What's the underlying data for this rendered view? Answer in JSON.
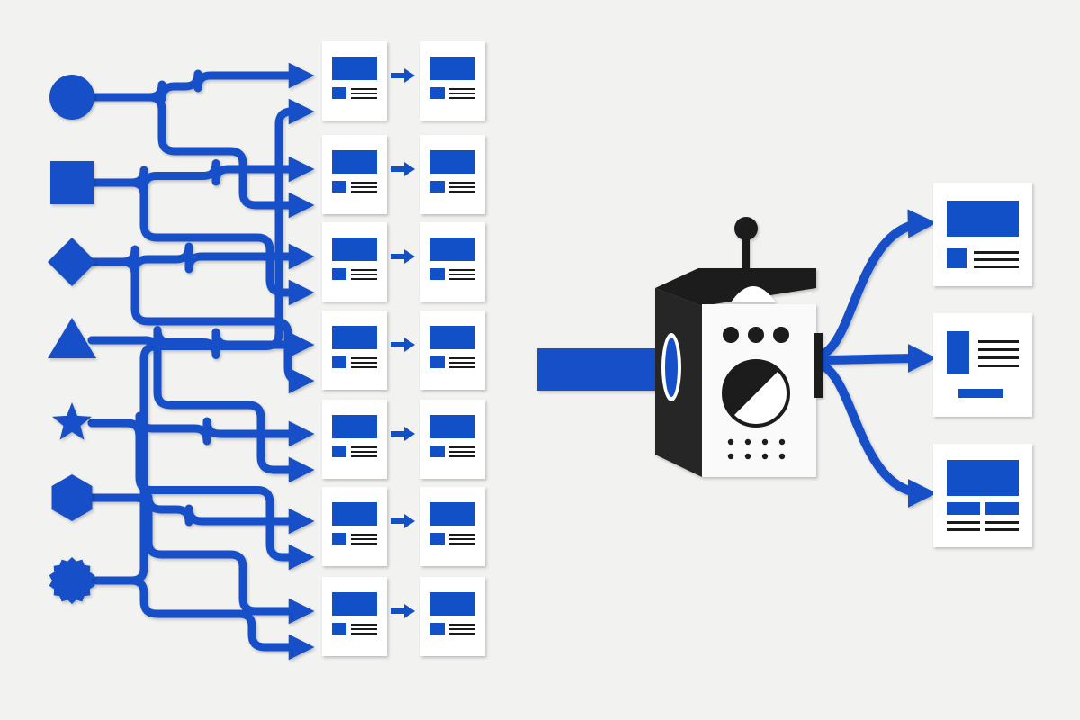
{
  "colors": {
    "background": "#f2f2f0",
    "accent": "#1250c8",
    "paper": "#ffffff",
    "ink": "#1a1a1a",
    "machine_side": "#2a2a2a",
    "machine_front": "#fafafa"
  },
  "sources": [
    {
      "name": "circle",
      "icon": "circle-icon"
    },
    {
      "name": "square",
      "icon": "square-icon"
    },
    {
      "name": "diamond",
      "icon": "diamond-icon"
    },
    {
      "name": "triangle",
      "icon": "triangle-icon"
    },
    {
      "name": "star",
      "icon": "star-icon"
    },
    {
      "name": "hexagon",
      "icon": "hexagon-icon"
    },
    {
      "name": "badge",
      "icon": "badge-icon"
    }
  ],
  "pipeline_rows": 7,
  "machine": {
    "name": "processing-machine",
    "indicator_lights": 3,
    "vent_dots": 8
  },
  "outputs": [
    {
      "name": "layout-header-text",
      "icon": "document-icon"
    },
    {
      "name": "layout-sidebar-text",
      "icon": "document-icon"
    },
    {
      "name": "layout-grid",
      "icon": "document-icon"
    }
  ]
}
